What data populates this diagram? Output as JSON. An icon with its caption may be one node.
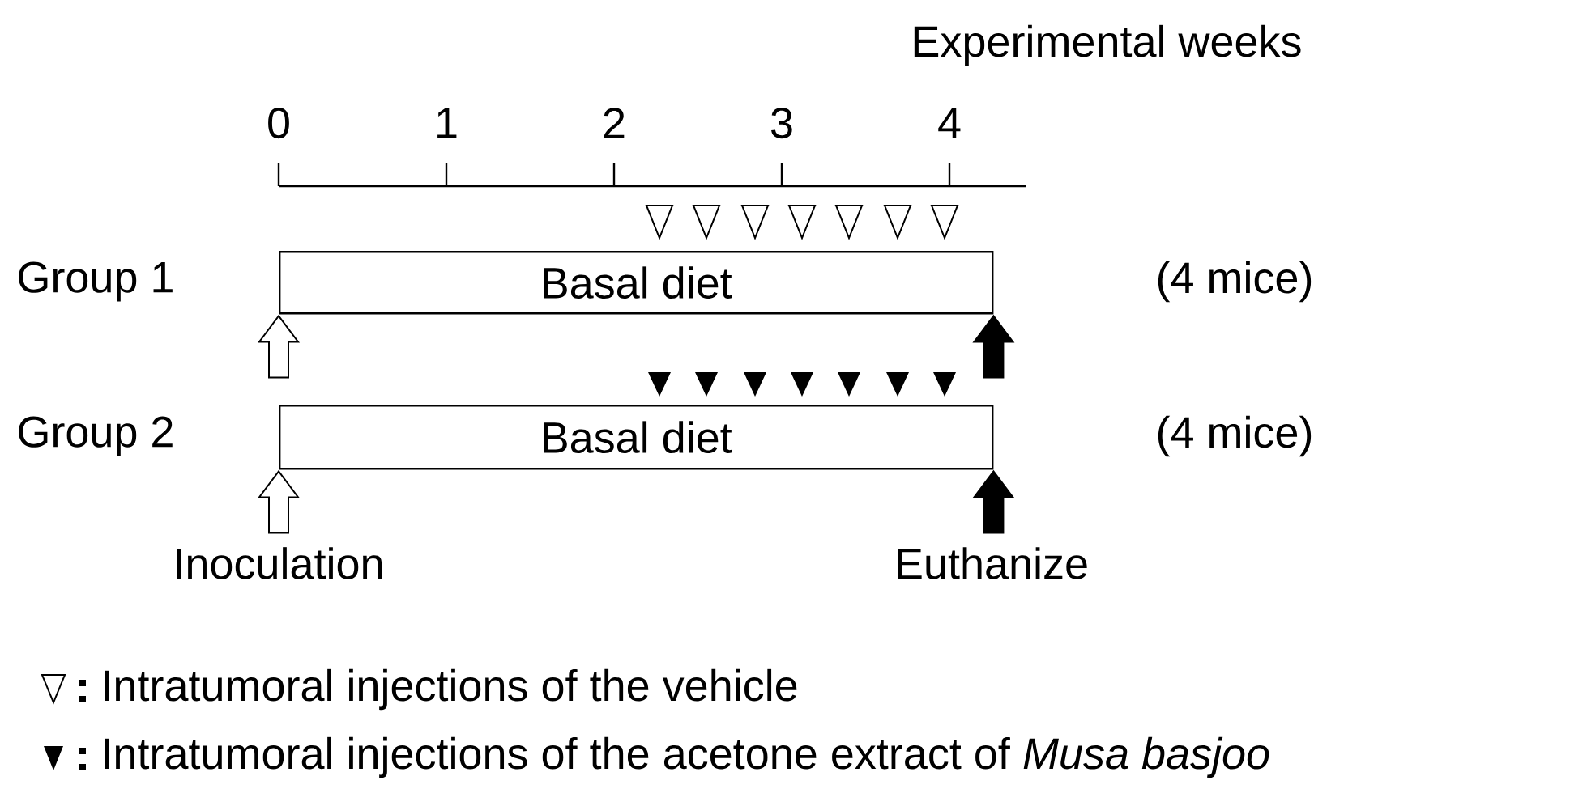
{
  "diagram": {
    "nodes": [
      {
        "text": [
          "Basal diet"
        ],
        "beside": [
          "Group 1",
          "(4 mice)"
        ]
      },
      {
        "text": [
          "Basal diet"
        ],
        "beside": [
          "Group 2",
          "(4 mice)"
        ]
      }
    ],
    "edges": [
      {
        "from": null,
        "to": 0,
        "arrow": "to"
      },
      {
        "from": null,
        "to": 0,
        "arrow": "to",
        "color": "#000000"
      },
      {
        "from": null,
        "to": 1,
        "arrow": "to"
      },
      {
        "from": null,
        "to": 1,
        "arrow": "to",
        "color": "#000000"
      }
    ],
    "labels": [
      "Experimental weeks",
      "0",
      "1",
      "2",
      "3",
      "4",
      "Inoculation",
      "Euthanize"
    ],
    "legend": [
      {
        "text": "Intratumoral injections of the vehicle"
      },
      {
        "text": "Intratumoral injections of the acetone extract of *Musa basjoo*"
      }
    ]
  }
}
